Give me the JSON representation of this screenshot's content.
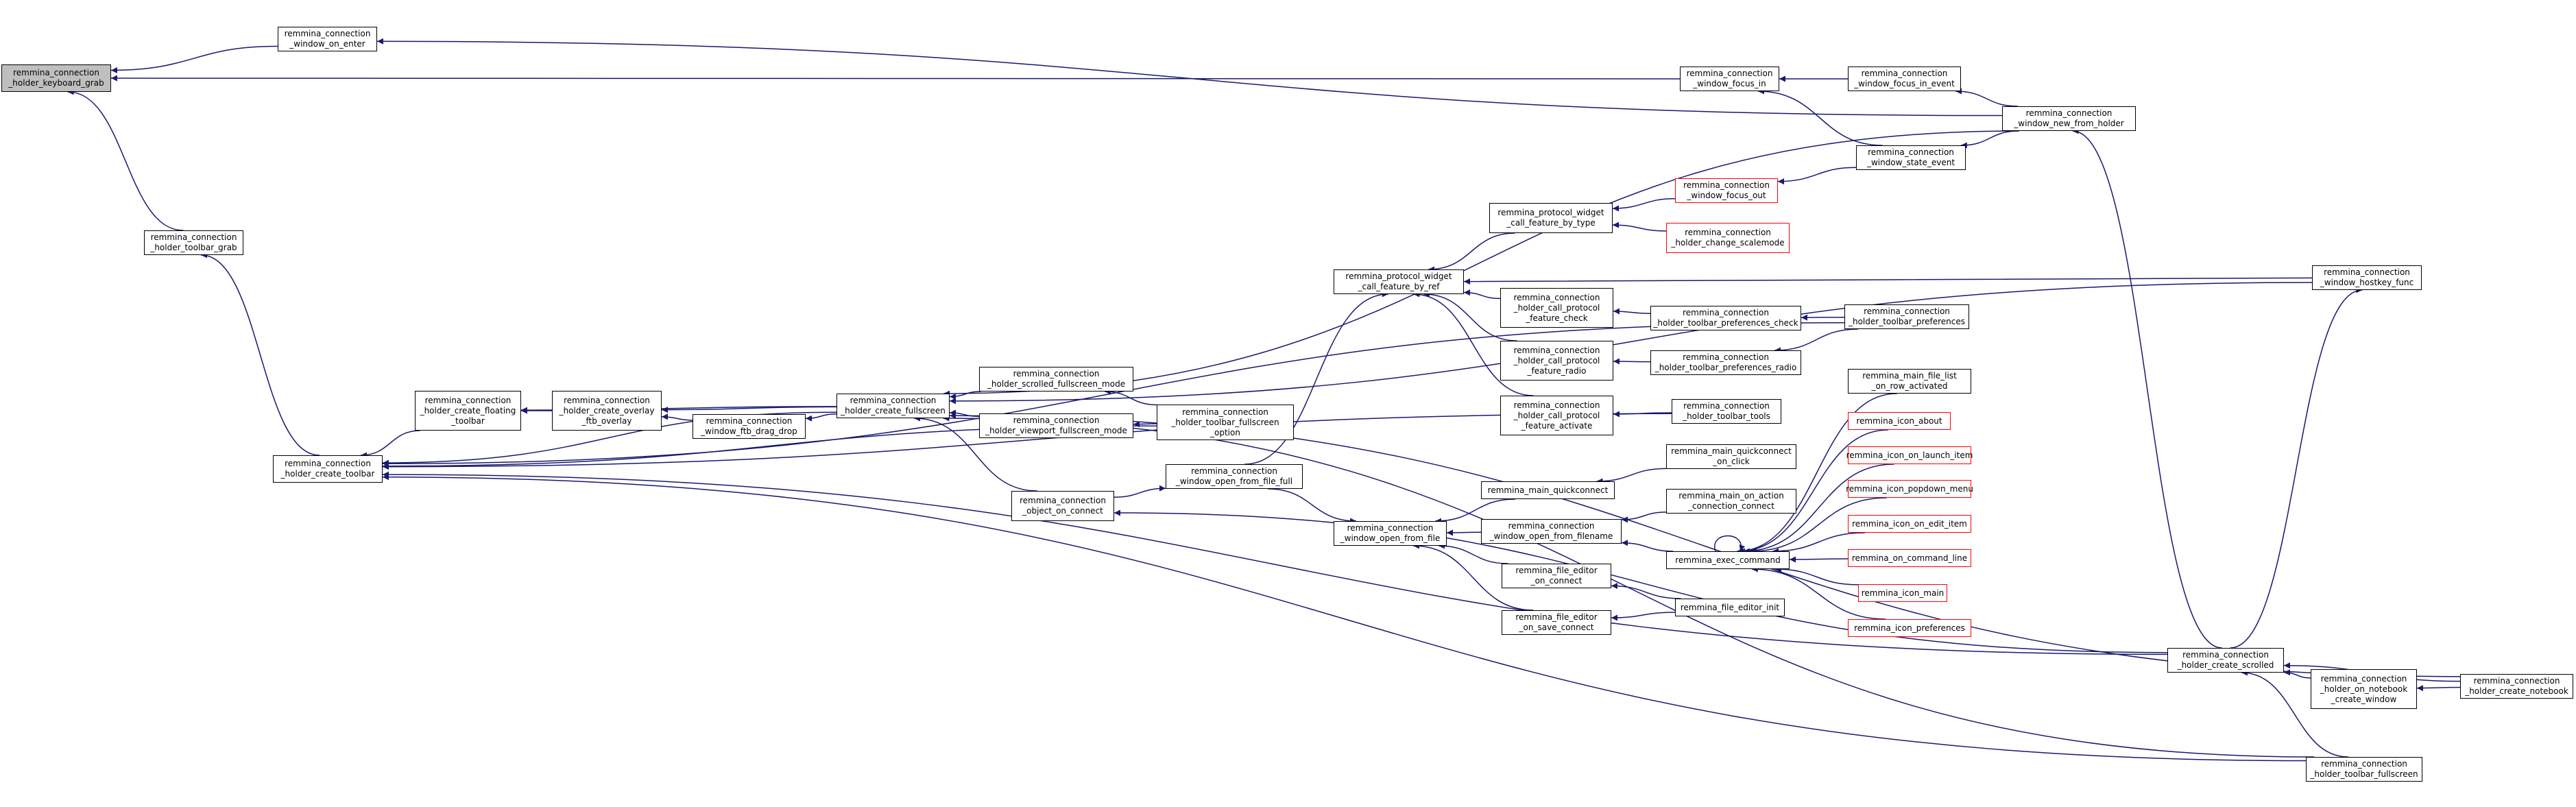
{
  "graph": {
    "colors": {
      "edge": "#191970",
      "border": "#000000",
      "truncated_border": "#ff0000",
      "root_fill": "#bfbfbf",
      "background": "#ffffff"
    },
    "nodes": [
      {
        "id": "n1",
        "label": "remmina_connection\n_holder_keyboard_grab",
        "root": true
      },
      {
        "id": "n2",
        "label": "remmina_connection\n_window_on_enter"
      },
      {
        "id": "n3",
        "label": "remmina_connection\n_holder_toolbar_grab"
      },
      {
        "id": "n4",
        "label": "remmina_connection\n_holder_create_toolbar"
      },
      {
        "id": "n5",
        "label": "remmina_connection\n_holder_create_floating\n_toolbar"
      },
      {
        "id": "n6",
        "label": "remmina_connection\n_holder_create_overlay\n_ftb_overlay"
      },
      {
        "id": "n7",
        "label": "remmina_connection\n_window_ftb_drag_drop"
      },
      {
        "id": "n8",
        "label": "remmina_connection\n_holder_create_fullscreen"
      },
      {
        "id": "n9",
        "label": "remmina_connection\n_holder_scrolled_fullscreen_mode"
      },
      {
        "id": "n10",
        "label": "remmina_connection\n_holder_viewport_fullscreen_mode"
      },
      {
        "id": "n11",
        "label": "remmina_connection\n_holder_toolbar_fullscreen\n_option"
      },
      {
        "id": "n12",
        "label": "remmina_connection\n_object_on_connect"
      },
      {
        "id": "n13",
        "label": "remmina_connection\n_window_open_from_file_full"
      },
      {
        "id": "n14",
        "label": "remmina_connection\n_window_open_from_file"
      },
      {
        "id": "n15",
        "label": "remmina_protocol_widget\n_call_feature_by_ref"
      },
      {
        "id": "n16",
        "label": "remmina_protocol_widget\n_call_feature_by_type"
      },
      {
        "id": "n17",
        "label": "remmina_connection\n_window_focus_out",
        "truncated": true
      },
      {
        "id": "n18",
        "label": "remmina_connection\n_holder_change_scalemode",
        "truncated": true
      },
      {
        "id": "n19",
        "label": "remmina_connection\n_holder_call_protocol\n_feature_check"
      },
      {
        "id": "n20",
        "label": "remmina_connection\n_holder_call_protocol\n_feature_radio"
      },
      {
        "id": "n21",
        "label": "remmina_connection\n_holder_call_protocol\n_feature_activate"
      },
      {
        "id": "n22",
        "label": "remmina_connection\n_holder_toolbar_preferences_check"
      },
      {
        "id": "n23",
        "label": "remmina_connection\n_holder_toolbar_preferences_radio"
      },
      {
        "id": "n24",
        "label": "remmina_connection\n_holder_toolbar_preferences"
      },
      {
        "id": "n25",
        "label": "remmina_connection\n_holder_toolbar_tools"
      },
      {
        "id": "n26",
        "label": "remmina_main_quickconnect"
      },
      {
        "id": "n27",
        "label": "remmina_main_quickconnect\n_on_click"
      },
      {
        "id": "n28",
        "label": "remmina_connection\n_window_open_from_filename"
      },
      {
        "id": "n29",
        "label": "remmina_main_on_action\n_connection_connect"
      },
      {
        "id": "n30",
        "label": "remmina_exec_command"
      },
      {
        "id": "n31",
        "label": "remmina_file_editor\n_on_connect"
      },
      {
        "id": "n32",
        "label": "remmina_file_editor\n_on_save_connect"
      },
      {
        "id": "n33",
        "label": "remmina_file_editor_init"
      },
      {
        "id": "n34",
        "label": "remmina_main_file_list\n_on_row_activated"
      },
      {
        "id": "n35",
        "label": "remmina_icon_about",
        "truncated": true
      },
      {
        "id": "n36",
        "label": "remmina_icon_on_launch_item",
        "truncated": true
      },
      {
        "id": "n37",
        "label": "remmina_icon_popdown_menu",
        "truncated": true
      },
      {
        "id": "n38",
        "label": "remmina_icon_on_edit_item",
        "truncated": true
      },
      {
        "id": "n39",
        "label": "remmina_on_command_line",
        "truncated": true
      },
      {
        "id": "n40",
        "label": "remmina_icon_main",
        "truncated": true
      },
      {
        "id": "n41",
        "label": "remmina_icon_preferences",
        "truncated": true
      },
      {
        "id": "n42",
        "label": "remmina_connection\n_window_focus_in"
      },
      {
        "id": "n43",
        "label": "remmina_connection\n_window_focus_in_event"
      },
      {
        "id": "n44",
        "label": "remmina_connection\n_window_state_event"
      },
      {
        "id": "n45",
        "label": "remmina_connection\n_window_new_from_holder"
      },
      {
        "id": "n46",
        "label": "remmina_connection\n_window_hostkey_func"
      },
      {
        "id": "n47",
        "label": "remmina_connection\n_holder_create_scrolled"
      },
      {
        "id": "n48",
        "label": "remmina_connection\n_holder_on_notebook\n_create_window"
      },
      {
        "id": "n49",
        "label": "remmina_connection\n_holder_create_notebook"
      },
      {
        "id": "n50",
        "label": "remmina_connection\n_holder_toolbar_fullscreen"
      }
    ],
    "edges": [
      {
        "from": "n2",
        "to": "n1"
      },
      {
        "from": "n3",
        "to": "n1"
      },
      {
        "from": "n42",
        "to": "n1"
      },
      {
        "from": "n45",
        "to": "n2"
      },
      {
        "from": "n4",
        "to": "n3"
      },
      {
        "from": "n5",
        "to": "n4"
      },
      {
        "from": "n8",
        "to": "n4"
      },
      {
        "from": "n11",
        "to": "n4"
      },
      {
        "from": "n24",
        "to": "n4"
      },
      {
        "from": "n25",
        "to": "n4"
      },
      {
        "from": "n47",
        "to": "n4"
      },
      {
        "from": "n50",
        "to": "n4"
      },
      {
        "from": "n6",
        "to": "n5"
      },
      {
        "from": "n8",
        "to": "n5"
      },
      {
        "from": "n7",
        "to": "n6"
      },
      {
        "from": "n8",
        "to": "n6"
      },
      {
        "from": "n8",
        "to": "n7"
      },
      {
        "from": "n9",
        "to": "n8"
      },
      {
        "from": "n10",
        "to": "n8"
      },
      {
        "from": "n12",
        "to": "n8"
      },
      {
        "from": "n46",
        "to": "n8"
      },
      {
        "from": "n45",
        "to": "n8"
      },
      {
        "from": "n49",
        "to": "n8"
      },
      {
        "from": "n50",
        "to": "n8"
      },
      {
        "from": "n11",
        "to": "n9"
      },
      {
        "from": "n11",
        "to": "n10"
      },
      {
        "from": "n12",
        "to": "n13"
      },
      {
        "from": "n13",
        "to": "n14"
      },
      {
        "from": "n13",
        "to": "n15"
      },
      {
        "from": "n26",
        "to": "n14"
      },
      {
        "from": "n28",
        "to": "n14"
      },
      {
        "from": "n31",
        "to": "n14"
      },
      {
        "from": "n32",
        "to": "n14"
      },
      {
        "from": "n16",
        "to": "n15"
      },
      {
        "from": "n19",
        "to": "n15"
      },
      {
        "from": "n20",
        "to": "n15"
      },
      {
        "from": "n21",
        "to": "n15"
      },
      {
        "from": "n46",
        "to": "n15"
      },
      {
        "from": "n17",
        "to": "n16"
      },
      {
        "from": "n18",
        "to": "n16"
      },
      {
        "from": "n22",
        "to": "n19"
      },
      {
        "from": "n23",
        "to": "n20"
      },
      {
        "from": "n25",
        "to": "n21"
      },
      {
        "from": "n24",
        "to": "n22"
      },
      {
        "from": "n24",
        "to": "n23"
      },
      {
        "from": "n27",
        "to": "n26"
      },
      {
        "from": "n29",
        "to": "n28"
      },
      {
        "from": "n30",
        "to": "n28"
      },
      {
        "from": "n34",
        "to": "n30"
      },
      {
        "from": "n35",
        "to": "n30"
      },
      {
        "from": "n36",
        "to": "n30"
      },
      {
        "from": "n37",
        "to": "n30"
      },
      {
        "from": "n38",
        "to": "n30"
      },
      {
        "from": "n39",
        "to": "n30"
      },
      {
        "from": "n40",
        "to": "n30"
      },
      {
        "from": "n41",
        "to": "n30"
      },
      {
        "from": "n30",
        "to": "n30"
      },
      {
        "from": "n33",
        "to": "n31"
      },
      {
        "from": "n33",
        "to": "n32"
      },
      {
        "from": "n43",
        "to": "n42"
      },
      {
        "from": "n44",
        "to": "n42"
      },
      {
        "from": "n45",
        "to": "n43"
      },
      {
        "from": "n45",
        "to": "n44"
      },
      {
        "from": "n44",
        "to": "n17"
      },
      {
        "from": "n47",
        "to": "n45"
      },
      {
        "from": "n47",
        "to": "n46"
      },
      {
        "from": "n47",
        "to": "n12"
      },
      {
        "from": "n48",
        "to": "n47"
      },
      {
        "from": "n49",
        "to": "n47"
      },
      {
        "from": "n50",
        "to": "n47"
      },
      {
        "from": "n49",
        "to": "n48"
      }
    ]
  }
}
